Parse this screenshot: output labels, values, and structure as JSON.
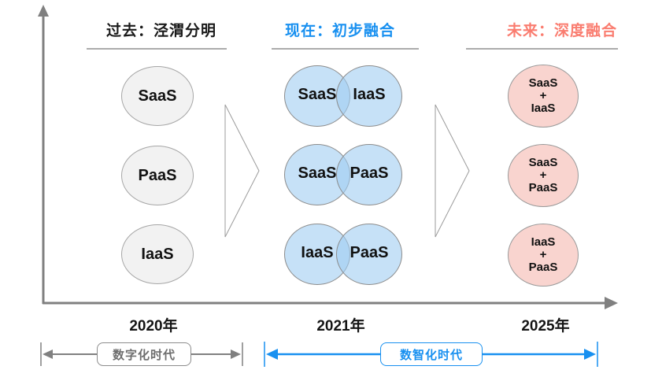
{
  "colors": {
    "accent-blue": "#1890F0",
    "accent-coral": "#FA7D70",
    "axis-gray": "#808080",
    "header-black": "#1A1A1A",
    "gray-circle-fill": "#F2F2F2",
    "gray-circle-border": "#A6A6A6",
    "blue-circle-fill": "rgba(160,205,242,0.6)",
    "blue-circle-border": "#8C8C8C",
    "pink-circle-fill": "#F9D4CF",
    "pink-circle-border": "#999999",
    "era-gray-text": "#6E6E6E"
  },
  "columns": {
    "past": {
      "title": "过去：泾渭分明",
      "year": "2020年",
      "items": [
        "SaaS",
        "PaaS",
        "IaaS"
      ]
    },
    "present": {
      "title": "现在：初步融合",
      "year": "2021年",
      "rows": [
        {
          "left": "SaaS",
          "right": "IaaS"
        },
        {
          "left": "SaaS",
          "right": "PaaS"
        },
        {
          "left": "IaaS",
          "right": "PaaS"
        }
      ]
    },
    "future": {
      "title": "未来：深度融合",
      "year": "2025年",
      "rows": [
        {
          "a": "SaaS",
          "plus": "+",
          "b": "IaaS"
        },
        {
          "a": "SaaS",
          "plus": "+",
          "b": "PaaS"
        },
        {
          "a": "IaaS",
          "plus": "+",
          "b": "PaaS"
        }
      ]
    }
  },
  "timeline": {
    "era1": {
      "label": "数字化时代"
    },
    "era2": {
      "label": "数智化时代"
    }
  }
}
